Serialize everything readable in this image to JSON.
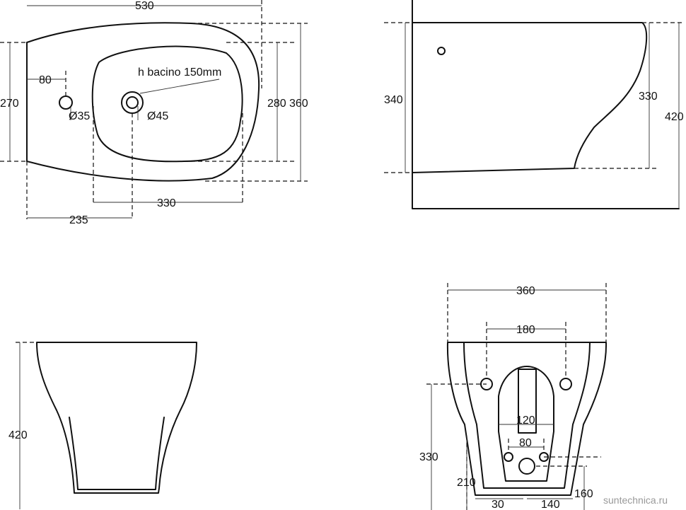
{
  "top_view": {
    "width_total": "530",
    "dim_270": "270",
    "dim_80": "80",
    "dim_35": "Ø35",
    "dim_45": "Ø45",
    "h_label": "h bacino 150mm",
    "dim_280": "280",
    "dim_360": "360",
    "dim_330": "330",
    "dim_235": "235"
  },
  "side_view": {
    "dim_340": "340",
    "dim_330": "330",
    "dim_420": "420"
  },
  "front_view": {
    "dim_420": "420"
  },
  "back_view": {
    "dim_360": "360",
    "dim_180": "180",
    "dim_120": "120",
    "dim_80": "80",
    "dim_330": "330",
    "dim_210": "210",
    "dim_160": "160",
    "dim_30": "30",
    "dim_140": "140"
  },
  "watermark": "suntechnica.ru"
}
